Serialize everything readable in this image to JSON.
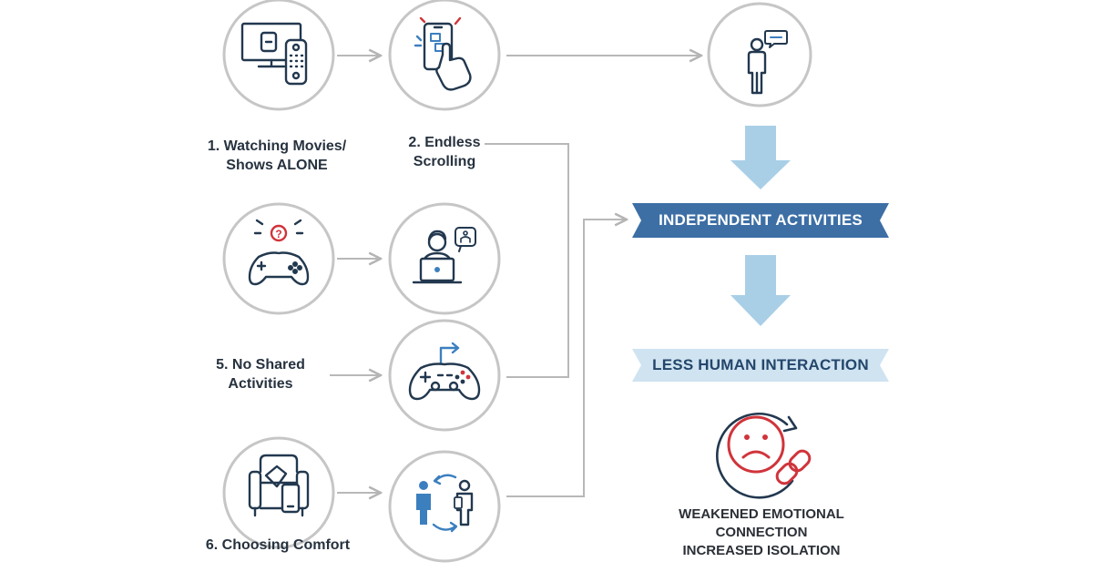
{
  "labels": {
    "item1_line1": "1. Watching Movies/",
    "item1_line2": "Shows ALONE",
    "item2_line1": "2. Endless",
    "item2_line2": "Scrolling",
    "item5_line1": "5. No Shared",
    "item5_line2": "Activities",
    "item6": "6. Choosing Comfort"
  },
  "banners": {
    "independent": "INDEPENDENT ACTIVITIES",
    "less_interaction": "LESS HUMAN INTERACTION"
  },
  "outcome": {
    "line1": "WEAKENED EMOTIONAL",
    "line2": "CONNECTION",
    "line3": "INCREASED ISOLATION"
  },
  "colors": {
    "banner_dark": "#3d6fa5",
    "banner_light": "#cfe3f1",
    "arrow_fill": "#a9cfe7",
    "icon_stroke": "#22384f",
    "accent_red": "#d0343b",
    "accent_blue": "#3c7fbf",
    "circle_stroke": "#c4c4c4",
    "connector": "#b4b4b4"
  },
  "icons": {
    "tv_remote": "tv-remote-icon",
    "phone_scroll": "phone-scroll-icon",
    "person_alone": "person-alone-icon",
    "game_question": "gamepad-question-icon",
    "laptop_user": "laptop-user-icon",
    "gamepad": "gamepad-icon",
    "armchair_phone": "armchair-phone-icon",
    "two_people": "two-people-icon",
    "sad_broken_link": "sad-broken-link-icon"
  }
}
